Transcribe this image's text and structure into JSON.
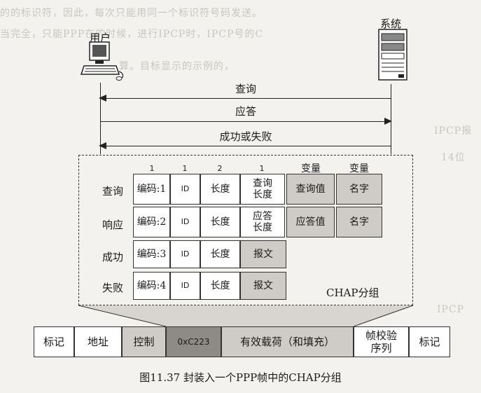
{
  "endpoints": {
    "user": "用户",
    "system": "系统"
  },
  "messages": [
    "查询",
    "应答",
    "成功或失败"
  ],
  "chap": {
    "field_sizes": [
      "1",
      "1",
      "2",
      "1"
    ],
    "variable_labels": [
      "变量",
      "变量"
    ],
    "rows": [
      {
        "label": "查询",
        "code": "编码:1",
        "id": "ID",
        "length": "长度",
        "extra": "查询\n长度",
        "value": "查询值",
        "name": "名字"
      },
      {
        "label": "响应",
        "code": "编码:2",
        "id": "ID",
        "length": "长度",
        "extra": "应答\n长度",
        "value": "应答值",
        "name": "名字"
      },
      {
        "label": "成功",
        "code": "编码:3",
        "id": "ID",
        "length": "长度",
        "message": "报文"
      },
      {
        "label": "失败",
        "code": "编码:4",
        "id": "ID",
        "length": "长度",
        "message": "报文"
      }
    ],
    "group_label": "CHAP分组"
  },
  "frame": {
    "fields": [
      "标记",
      "地址",
      "控制",
      "0xC223",
      "有效载荷（和填充）",
      "帧校验\n序列",
      "标记"
    ]
  },
  "caption": "图11.37  封装入一个PPP帧中的CHAP分组",
  "background_text": {
    "top_left_1": "的的标识符，因此，每次只能用同一个标识符号码发送。",
    "top_left_2": "当完全，只能PPP在的时候，进行IPCP时，IPCP号的C",
    "top_left_3": "算。目标显示的示例的，",
    "mid_right_1": "IPCP报",
    "mid_right_2": "14位",
    "mid_right_3": "IPCP"
  }
}
